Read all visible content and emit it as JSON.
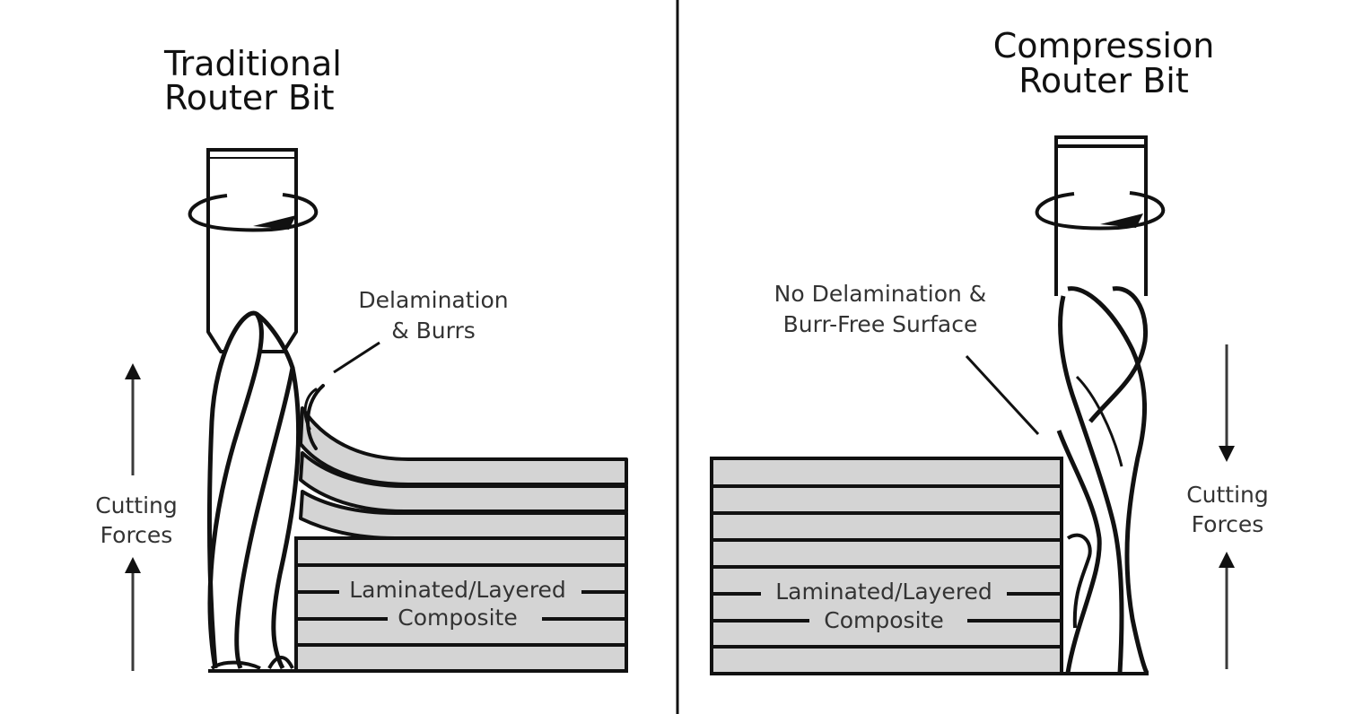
{
  "left_panel": {
    "title_line1": "Traditional",
    "title_line2": "Router Bit",
    "callout_line1": "Delamination",
    "callout_line2": "& Burrs",
    "forces_line1": "Cutting",
    "forces_line2": "Forces",
    "forces_direction": "up",
    "material_line1": "Laminated/Layered",
    "material_line2": "Composite"
  },
  "right_panel": {
    "title_line1": "Compression",
    "title_line2": "Router Bit",
    "callout_line1": "No Delamination &",
    "callout_line2": "Burr-Free Surface",
    "forces_line1": "Cutting",
    "forces_line2": "Forces",
    "forces_direction": "toward-center",
    "material_line1": "Laminated/Layered",
    "material_line2": "Composite"
  },
  "colors": {
    "ink": "#111111",
    "layer_fill": "#d4d4d4",
    "arrow": "#3a3a3a",
    "text": "#333333"
  }
}
